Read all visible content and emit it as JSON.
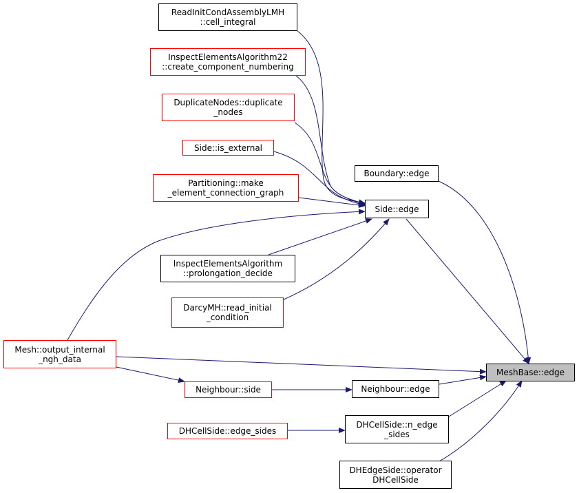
{
  "edge_color": "#191970",
  "nodes": {
    "readinit": [
      "ReadInitCondAssemblyLMH",
      "::cell_integral"
    ],
    "inspect22": [
      "InspectElementsAlgorithm22",
      "::create_component_numbering"
    ],
    "duplicate": [
      "DuplicateNodes::duplicate",
      "_nodes"
    ],
    "isexternal": [
      "Side::is_external"
    ],
    "partitioning": [
      "Partitioning::make",
      "_element_connection_graph"
    ],
    "sideedge": [
      "Side::edge"
    ],
    "boundary": [
      "Boundary::edge"
    ],
    "prolongation": [
      "InspectElementsAlgorithm",
      "::prolongation_decide"
    ],
    "darcy": [
      "DarcyMH::read_initial",
      "_condition"
    ],
    "meshoutput": [
      "Mesh::output_internal",
      "_ngh_data"
    ],
    "meshbase": [
      "MeshBase::edge"
    ],
    "neighbourside": [
      "Neighbour::side"
    ],
    "neighbouredge": [
      "Neighbour::edge"
    ],
    "edgesides": [
      "DHCellSide::edge_sides"
    ],
    "nedgesides": [
      "DHCellSide::n_edge",
      "_sides"
    ],
    "dhedgeside": [
      "DHEdgeSide::operator",
      "DHCellSide"
    ]
  }
}
